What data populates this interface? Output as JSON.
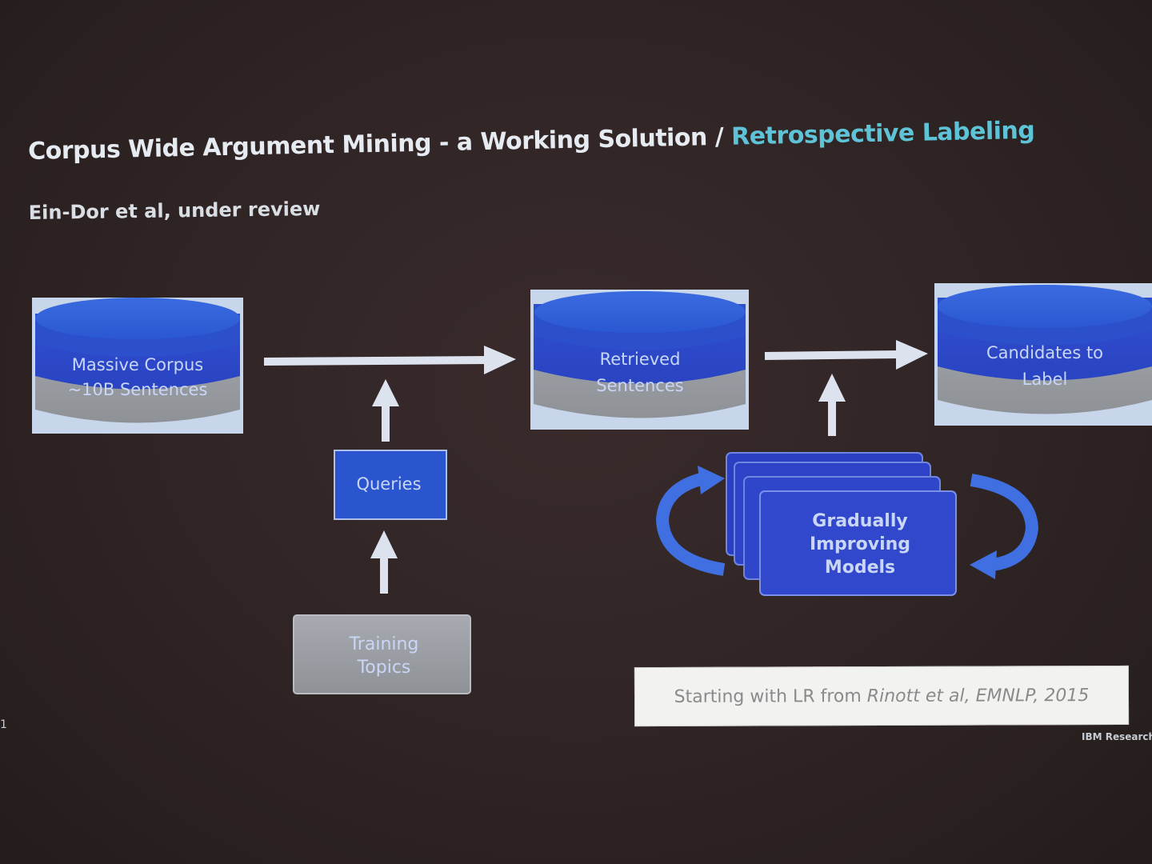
{
  "slide": {
    "title_main": "Corpus Wide Argument Mining - a Working Solution / ",
    "title_accent": "Retrospective Labeling",
    "subtitle": "Ein-Dor et al, under review",
    "page_number": "1",
    "footer_brand": "IBM Research"
  },
  "diagram": {
    "corpus_line1": "Massive Corpus",
    "corpus_line2": "~10B Sentences",
    "retrieved_line1": "Retrieved",
    "retrieved_line2": "Sentences",
    "candidates_line1": "Candidates to",
    "candidates_line2": "Label",
    "queries": "Queries",
    "training_line1": "Training",
    "training_line2": "Topics",
    "models_line1": "Gradually",
    "models_line2": "Improving",
    "models_line3": "Models"
  },
  "note": {
    "prefix": "Starting with LR from ",
    "citation": "Rinott et al, EMNLP, 2015"
  },
  "colors": {
    "background": "#2f2424",
    "cylinder_top": "#2e5bd0",
    "cylinder_band": "#2a48c8",
    "cylinder_bottom": "#9a9fa6",
    "box_blue": "#2b55cf",
    "box_gray": "#8f9399",
    "arrow": "#dde3ee",
    "title_accent": "#5ec3d6"
  }
}
